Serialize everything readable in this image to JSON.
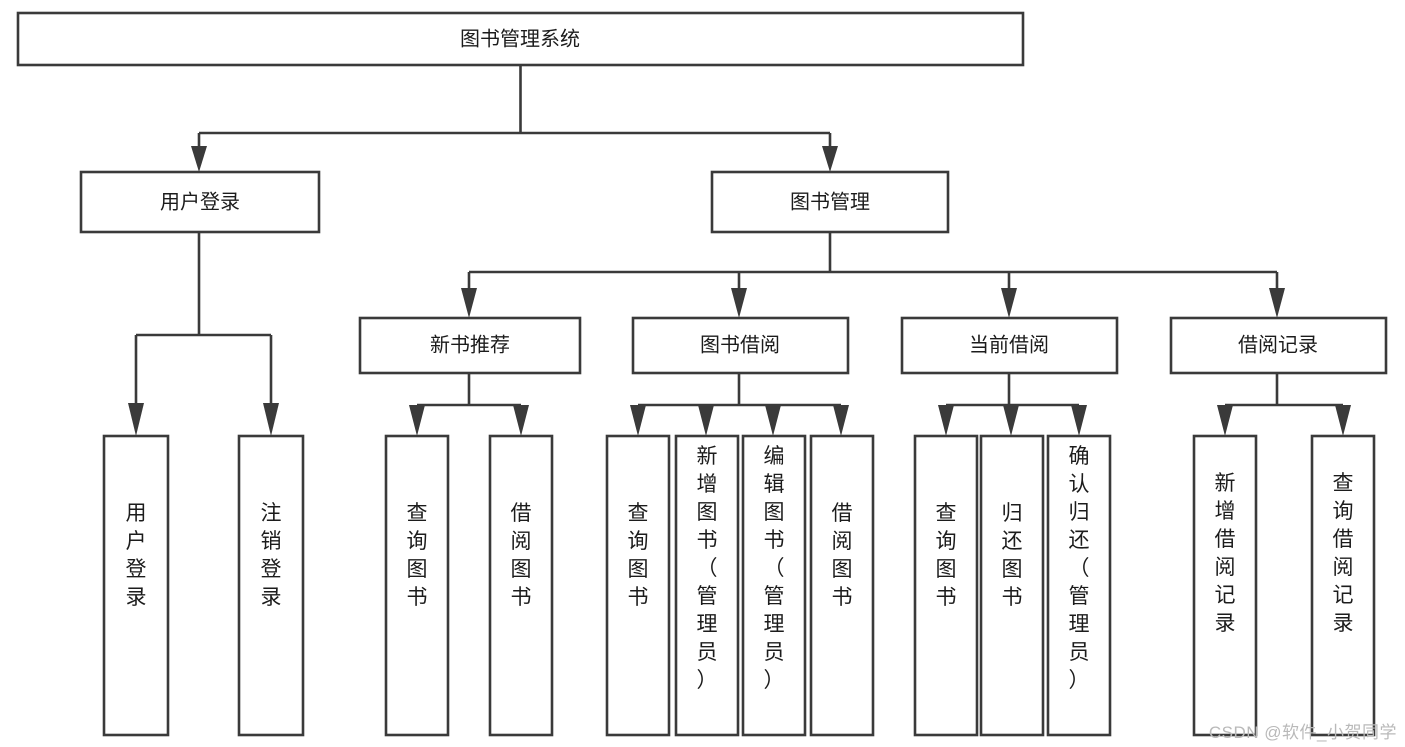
{
  "diagram": {
    "type": "tree",
    "title": "图书管理系统",
    "background_color": "#ffffff",
    "line_color": "#3a3a3a",
    "text_color": "#1c1c1c",
    "watermark": "CSDN @软件_小贺同学",
    "levels": 4,
    "root": {
      "label": "图书管理系统",
      "orientation": "horizontal"
    },
    "level2": [
      {
        "label": "用户登录",
        "orientation": "horizontal"
      },
      {
        "label": "图书管理",
        "orientation": "horizontal"
      }
    ],
    "level3": [
      {
        "label": "新书推荐",
        "orientation": "horizontal",
        "parent": "图书管理"
      },
      {
        "label": "图书借阅",
        "orientation": "horizontal",
        "parent": "图书管理"
      },
      {
        "label": "当前借阅",
        "orientation": "horizontal",
        "parent": "图书管理"
      },
      {
        "label": "借阅记录",
        "orientation": "horizontal",
        "parent": "图书管理"
      }
    ],
    "leaves": [
      {
        "label": "用户登录",
        "parent": "用户登录",
        "orientation": "vertical"
      },
      {
        "label": "注销登录",
        "parent": "用户登录",
        "orientation": "vertical"
      },
      {
        "label": "查询图书",
        "parent": "新书推荐",
        "orientation": "vertical"
      },
      {
        "label": "借阅图书",
        "parent": "新书推荐",
        "orientation": "vertical"
      },
      {
        "label": "查询图书",
        "parent": "图书借阅",
        "orientation": "vertical"
      },
      {
        "label": "新增图书（管理员）",
        "parent": "图书借阅",
        "orientation": "vertical"
      },
      {
        "label": "编辑图书（管理员）",
        "parent": "图书借阅",
        "orientation": "vertical"
      },
      {
        "label": "借阅图书",
        "parent": "图书借阅",
        "orientation": "vertical"
      },
      {
        "label": "查询图书",
        "parent": "当前借阅",
        "orientation": "vertical"
      },
      {
        "label": "归还图书",
        "parent": "当前借阅",
        "orientation": "vertical"
      },
      {
        "label": "确认归还（管理员）",
        "parent": "当前借阅",
        "orientation": "vertical"
      },
      {
        "label": "新增借阅记录",
        "parent": "借阅记录",
        "orientation": "vertical"
      },
      {
        "label": "查询借阅记录",
        "parent": "借阅记录",
        "orientation": "vertical"
      }
    ]
  }
}
